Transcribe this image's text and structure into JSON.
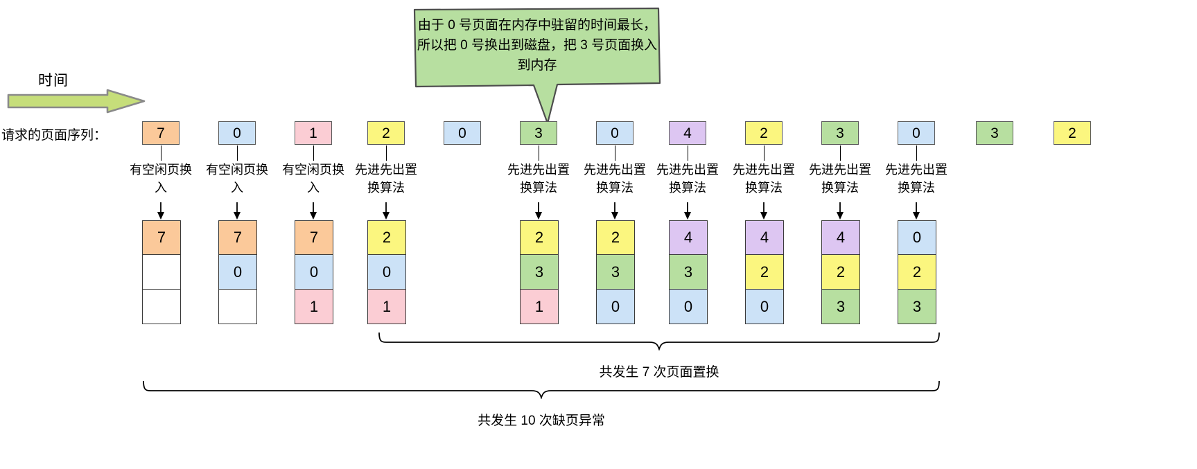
{
  "time_axis": {
    "label": "时间",
    "arrow_color": "#c6de7a",
    "arrow_border": "#8a8a8a"
  },
  "callout": {
    "text": "由于 0 号页面在内存中驻留的时间最长，所以把 0 号换出到磁盘，把 3 号页面换入到内存",
    "fill": "#b7dfa0",
    "border": "#4d4d4d"
  },
  "sequence": {
    "label": "请求的页面序列：",
    "items": [
      {
        "value": "7",
        "color": "#fbc99a"
      },
      {
        "value": "0",
        "color": "#cce2f7"
      },
      {
        "value": "1",
        "color": "#fbcdd4"
      },
      {
        "value": "2",
        "color": "#fbf67f"
      },
      {
        "value": "0",
        "color": "#cce2f7"
      },
      {
        "value": "3",
        "color": "#b7dfa0"
      },
      {
        "value": "0",
        "color": "#cce2f7"
      },
      {
        "value": "4",
        "color": "#ddc6f2"
      },
      {
        "value": "2",
        "color": "#fbf67f"
      },
      {
        "value": "3",
        "color": "#b7dfa0"
      },
      {
        "value": "0",
        "color": "#cce2f7"
      },
      {
        "value": "3",
        "color": "#b7dfa0"
      },
      {
        "value": "2",
        "color": "#fbf67f"
      }
    ]
  },
  "operations": [
    {
      "label": "有空闲页换入"
    },
    {
      "label": "有空闲页换入"
    },
    {
      "label": "有空闲页换入"
    },
    {
      "label": "先进先出置换算法"
    },
    {
      "label": "先进先出置换算法"
    },
    {
      "label": "先进先出置换算法"
    },
    {
      "label": "先进先出置换算法"
    },
    {
      "label": "先进先出置换算法"
    },
    {
      "label": "先进先出置换算法"
    },
    {
      "label": "先进先出置换算法"
    }
  ],
  "frames": [
    {
      "cells": [
        {
          "value": "7",
          "color": "#fbc99a"
        },
        {
          "value": "",
          "color": "#ffffff"
        },
        {
          "value": "",
          "color": "#ffffff"
        }
      ]
    },
    {
      "cells": [
        {
          "value": "7",
          "color": "#fbc99a"
        },
        {
          "value": "0",
          "color": "#cce2f7"
        },
        {
          "value": "",
          "color": "#ffffff"
        }
      ]
    },
    {
      "cells": [
        {
          "value": "7",
          "color": "#fbc99a"
        },
        {
          "value": "0",
          "color": "#cce2f7"
        },
        {
          "value": "1",
          "color": "#fbcdd4"
        }
      ]
    },
    {
      "cells": [
        {
          "value": "2",
          "color": "#fbf67f"
        },
        {
          "value": "0",
          "color": "#cce2f7"
        },
        {
          "value": "1",
          "color": "#fbcdd4"
        }
      ]
    },
    {
      "cells": [
        {
          "value": "2",
          "color": "#fbf67f"
        },
        {
          "value": "3",
          "color": "#b7dfa0"
        },
        {
          "value": "1",
          "color": "#fbcdd4"
        }
      ]
    },
    {
      "cells": [
        {
          "value": "2",
          "color": "#fbf67f"
        },
        {
          "value": "3",
          "color": "#b7dfa0"
        },
        {
          "value": "0",
          "color": "#cce2f7"
        }
      ]
    },
    {
      "cells": [
        {
          "value": "4",
          "color": "#ddc6f2"
        },
        {
          "value": "3",
          "color": "#b7dfa0"
        },
        {
          "value": "0",
          "color": "#cce2f7"
        }
      ]
    },
    {
      "cells": [
        {
          "value": "4",
          "color": "#ddc6f2"
        },
        {
          "value": "2",
          "color": "#fbf67f"
        },
        {
          "value": "0",
          "color": "#cce2f7"
        }
      ]
    },
    {
      "cells": [
        {
          "value": "4",
          "color": "#ddc6f2"
        },
        {
          "value": "2",
          "color": "#fbf67f"
        },
        {
          "value": "3",
          "color": "#b7dfa0"
        }
      ]
    },
    {
      "cells": [
        {
          "value": "0",
          "color": "#cce2f7"
        },
        {
          "value": "2",
          "color": "#fbf67f"
        },
        {
          "value": "3",
          "color": "#b7dfa0"
        }
      ]
    }
  ],
  "summaries": {
    "swap": "共发生 7 次页面置换",
    "fault": "共发生 10 次缺页异常"
  }
}
